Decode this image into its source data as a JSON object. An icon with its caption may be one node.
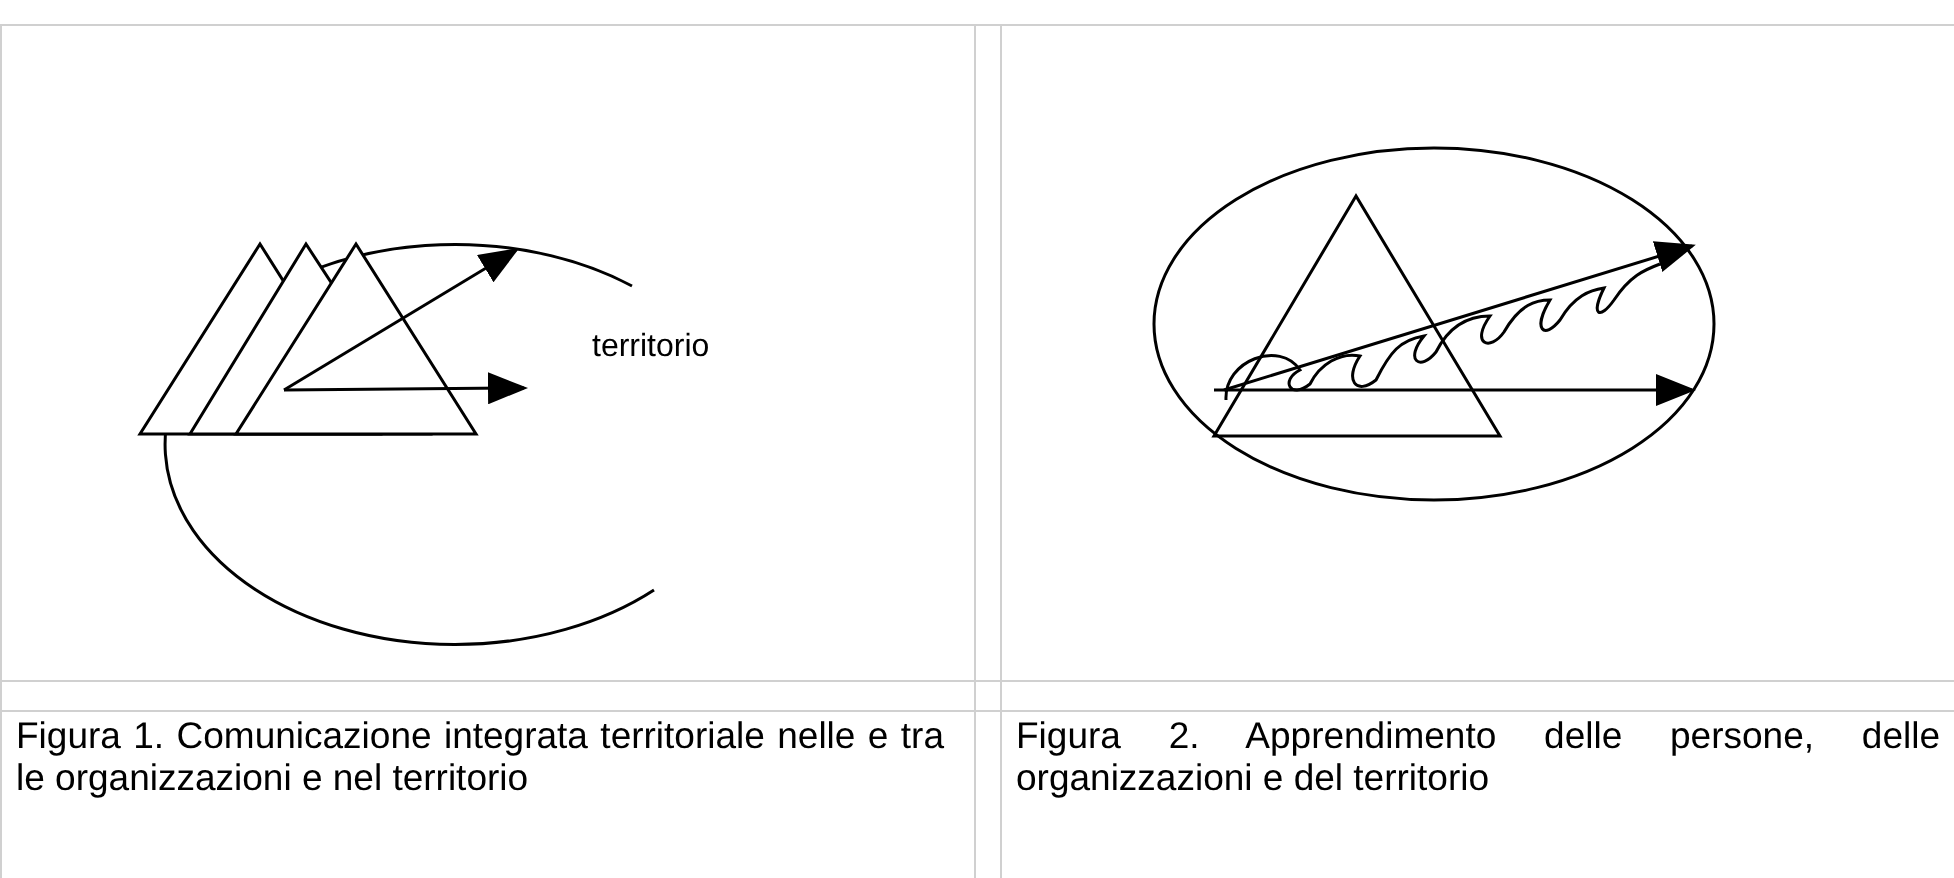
{
  "diagram": {
    "labels": [
      "territorio",
      "Figura 1. Comunicazione integrata territoriale nelle e tra le organizzazioni e nel territorio",
      "Figura 2. Apprendimento delle persone, delle organizzazioni e del territorio"
    ]
  }
}
